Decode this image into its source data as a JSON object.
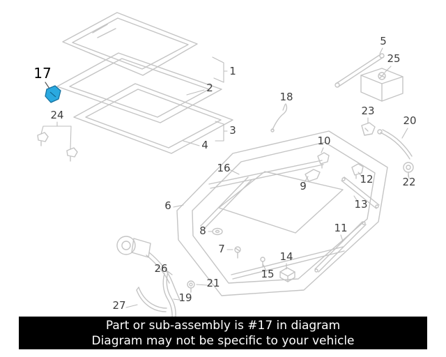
{
  "page": {
    "background_color": "#ffffff"
  },
  "diagram": {
    "description_name": "sunroof-exploded-parts-diagram",
    "highlighted_part_number": "17",
    "highlight_color": "#2aa9e0",
    "line_color": "#c4c4c4",
    "label_color": "#3e3e3e",
    "parts": {
      "p1": "1",
      "p2": "2",
      "p3": "3",
      "p4": "4",
      "p5": "5",
      "p6": "6",
      "p7": "7",
      "p8": "8",
      "p9": "9",
      "p10": "10",
      "p11": "11",
      "p12": "12",
      "p13": "13",
      "p14": "14",
      "p15": "15",
      "p16": "16",
      "p17": "17",
      "p18": "18",
      "p19": "19",
      "p20": "20",
      "p21": "21",
      "p22": "22",
      "p23": "23",
      "p24": "24",
      "p25": "25",
      "p26": "26",
      "p27": "27"
    }
  },
  "banner": {
    "background": "#000000",
    "text_color": "#ffffff",
    "line1": "Part or sub-assembly is #17 in diagram",
    "line2": "Diagram may not be specific to your vehicle"
  }
}
